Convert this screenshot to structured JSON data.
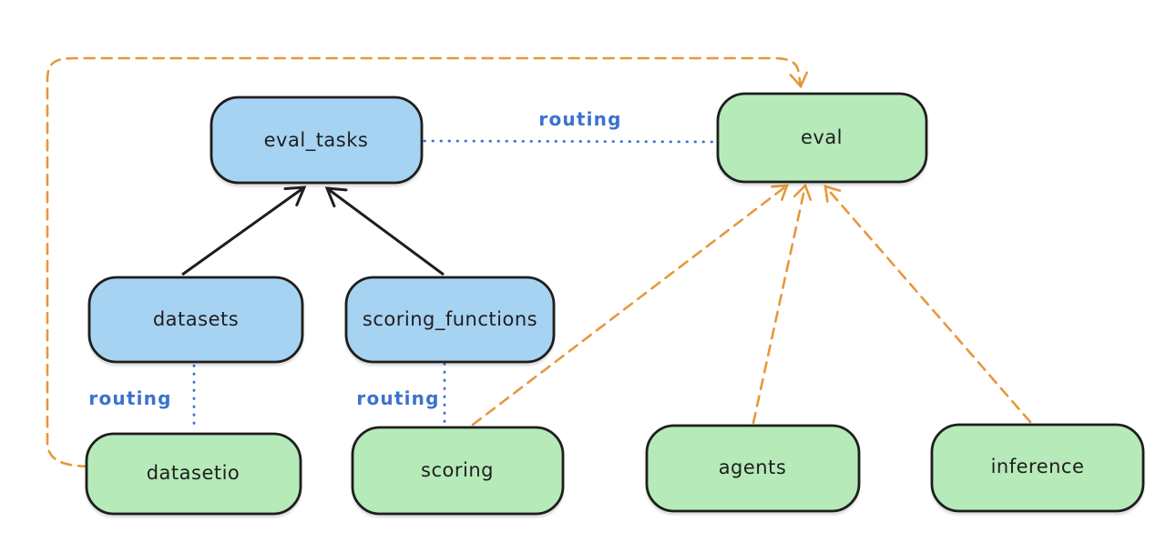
{
  "diagram": {
    "description": "Architecture diagram: eval API routing to providers",
    "colors": {
      "background": "#ffffff",
      "node_border": "#1e1e1e",
      "node_text": "#1e1e1e",
      "blue_fill": "#a7d3f2",
      "green_fill": "#b6eab9",
      "routing_blue": "#3b72cf",
      "orange": "#e8973b",
      "black_arrow": "#1e1e1e"
    },
    "nodes": [
      {
        "id": "eval_tasks",
        "label": "eval_tasks",
        "fill": "blue"
      },
      {
        "id": "eval",
        "label": "eval",
        "fill": "green"
      },
      {
        "id": "datasets",
        "label": "datasets",
        "fill": "blue"
      },
      {
        "id": "scoring_functions",
        "label": "scoring_functions",
        "fill": "blue"
      },
      {
        "id": "datasetio",
        "label": "datasetio",
        "fill": "green"
      },
      {
        "id": "scoring",
        "label": "scoring",
        "fill": "green"
      },
      {
        "id": "agents",
        "label": "agents",
        "fill": "green"
      },
      {
        "id": "inference",
        "label": "inference",
        "fill": "green"
      }
    ],
    "edges": [
      {
        "from": "datasets",
        "to": "eval_tasks",
        "style": "solid",
        "color": "black",
        "label": ""
      },
      {
        "from": "scoring_functions",
        "to": "eval_tasks",
        "style": "solid",
        "color": "black",
        "label": ""
      },
      {
        "from": "eval_tasks",
        "to": "eval",
        "style": "dotted",
        "color": "blue",
        "label": "routing"
      },
      {
        "from": "datasets",
        "to": "datasetio",
        "style": "dotted",
        "color": "blue",
        "label": "routing"
      },
      {
        "from": "scoring_functions",
        "to": "scoring",
        "style": "dotted",
        "color": "blue",
        "label": "routing"
      },
      {
        "from": "datasetio",
        "to": "eval",
        "style": "dashed",
        "color": "orange",
        "label": ""
      },
      {
        "from": "scoring",
        "to": "eval",
        "style": "dashed",
        "color": "orange",
        "label": ""
      },
      {
        "from": "agents",
        "to": "eval",
        "style": "dashed",
        "color": "orange",
        "label": ""
      },
      {
        "from": "inference",
        "to": "eval",
        "style": "dashed",
        "color": "orange",
        "label": ""
      }
    ]
  }
}
